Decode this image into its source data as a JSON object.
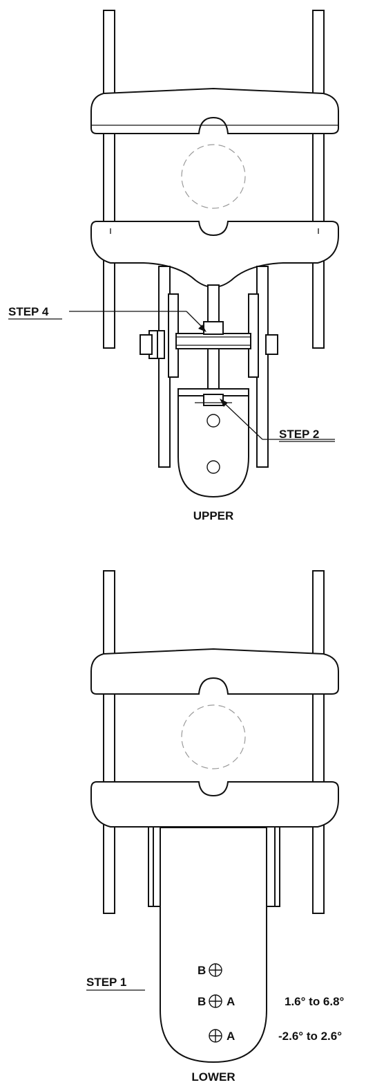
{
  "upper": {
    "caption": "UPPER",
    "callout_step4": "STEP 4",
    "callout_step2": "STEP 2"
  },
  "lower": {
    "caption": "LOWER",
    "callout_step1": "STEP 1",
    "hole_label_b_top": "B",
    "hole_label_b_mid": "B",
    "hole_label_a_mid": "A",
    "hole_label_a_bot": "A",
    "range_mid": "1.6° to 6.8°",
    "range_bot": "-2.6° to 2.6°"
  },
  "colors": {
    "line": "#111111",
    "hidden_line": "#9a9a9a",
    "background": "#ffffff"
  }
}
